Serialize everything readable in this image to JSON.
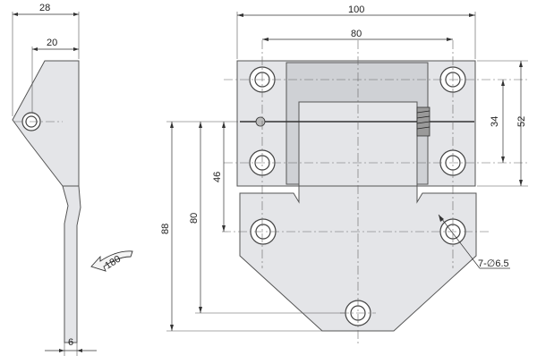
{
  "dimensions": {
    "side_width": "28",
    "side_pin_offset": "20",
    "thickness": "6",
    "rotation": "180",
    "overall_width": "100",
    "hole_spacing_x": "80",
    "upper_height": "52",
    "upper_hole_spacing": "34",
    "pin_to_bottom": "88",
    "pin_to_bottom_hole": "80",
    "pin_to_lower_holes": "46",
    "hole_callout": "7-∅6.5"
  },
  "colors": {
    "part_fill": "#e4e5e8",
    "part_dark_fill": "#cfd1d5",
    "line": "#333333"
  }
}
